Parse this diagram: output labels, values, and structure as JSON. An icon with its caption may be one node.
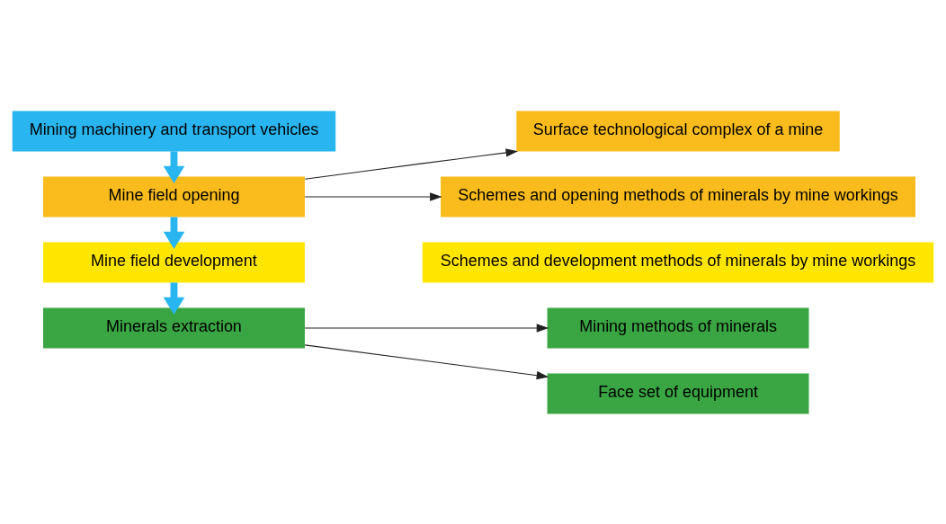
{
  "diagram": {
    "nodes": [
      {
        "text": [
          "Mine field opening"
        ]
      },
      {
        "text": [
          "Surface technological complex of a mine"
        ]
      },
      {
        "text": [
          "Schemes and opening methods of minerals by mine workings"
        ]
      },
      {
        "text": [
          "Mine field development"
        ]
      },
      {
        "text": [
          "Schemes and development methods of minerals by mine workings"
        ]
      },
      {
        "text": [
          "Minerals extraction"
        ]
      },
      {
        "text": [
          "Mining methods of minerals"
        ]
      },
      {
        "text": [
          "Face set of equipment"
        ]
      },
      {
        "text": [
          "Mining machinery and transport vehicles"
        ]
      }
    ],
    "edges": [
      {
        "from": 0,
        "to": 1,
        "arrow": "to"
      },
      {
        "from": 0,
        "to": 2,
        "arrow": "to"
      },
      {
        "from": 0,
        "to": 3,
        "arrow": "to",
        "style": "thick",
        "color": "#29b6f0"
      },
      {
        "from": 3,
        "to": 5,
        "arrow": "to",
        "style": "thick",
        "color": "#29b6f0"
      },
      {
        "from": 8,
        "to": 0,
        "arrow": "to",
        "style": "thick",
        "color": "#29b6f0"
      },
      {
        "from": 5,
        "to": 6,
        "arrow": "to"
      },
      {
        "from": 5,
        "to": 7,
        "arrow": "to"
      }
    ]
  }
}
